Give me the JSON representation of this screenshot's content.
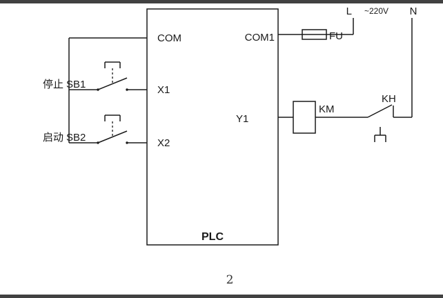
{
  "page": {
    "number": "2"
  },
  "colors": {
    "line": "#1a1a1a",
    "bar": "#414141",
    "background": "#ffffff"
  },
  "plc": {
    "label": "PLC",
    "terminals": {
      "com": "COM",
      "x1": "X1",
      "x2": "X2",
      "com1": "COM1",
      "y1": "Y1"
    }
  },
  "inputs": {
    "stop": {
      "caption": "停止",
      "ref": "SB1"
    },
    "start": {
      "caption": "启动",
      "ref": "SB2"
    }
  },
  "output": {
    "fuse": "FU",
    "contactor": "KM",
    "thermal_relay": "KH",
    "line": "L",
    "voltage": "~220V",
    "neutral": "N"
  }
}
